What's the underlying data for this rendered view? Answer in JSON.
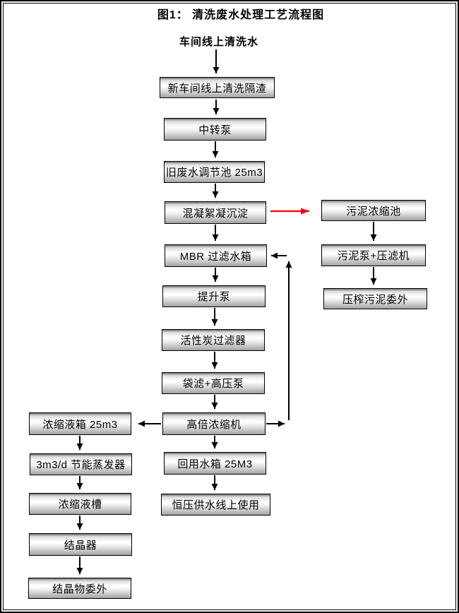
{
  "figure": {
    "title": "图1：  清洗废水处理工艺流程图",
    "source_label": "车间线上清洗水"
  },
  "colors": {
    "box_border": "#000000",
    "box_gradient_top": "#6f6f6f",
    "box_gradient_highlight": "#ffffff",
    "box_gradient_bottom": "#a2a2a2",
    "arrow_black": "#000000",
    "arrow_red": "#ff0000",
    "frame_border": "#000000",
    "background": "#ffffff"
  },
  "nodes": {
    "main": [
      {
        "label": "新车间线上清洗隔渣"
      },
      {
        "label": "中转泵"
      },
      {
        "label": "旧废水调节池 25m3"
      },
      {
        "label": "混凝絮凝沉淀"
      },
      {
        "label": "MBR 过滤水箱"
      },
      {
        "label": "提升泵"
      },
      {
        "label": "活性炭过滤器"
      },
      {
        "label": "袋滤+高压泵"
      },
      {
        "label": "高倍浓缩机"
      },
      {
        "label": "回用水箱 25M3"
      },
      {
        "label": "恒压供水线上使用"
      }
    ],
    "sludge": [
      {
        "label": "污泥浓缩池"
      },
      {
        "label": "污泥泵+压滤机"
      },
      {
        "label": "压榨污泥委外"
      }
    ],
    "evaporation": [
      {
        "label": "浓缩液箱 25m3"
      },
      {
        "label": "3m3/d 节能蒸发器"
      },
      {
        "label": "浓缩液槽"
      },
      {
        "label": "结晶器"
      },
      {
        "label": "结晶物委外"
      }
    ]
  }
}
